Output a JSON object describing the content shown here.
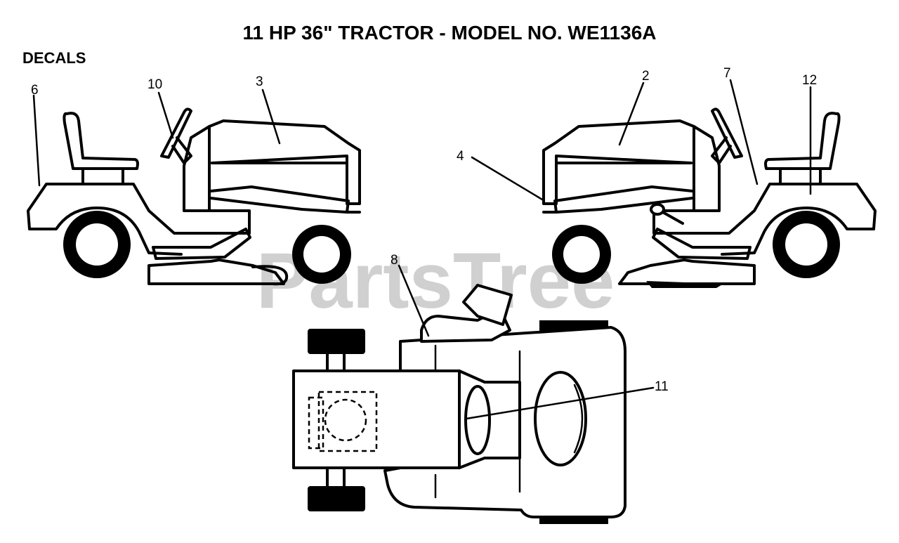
{
  "title": "11 HP 36\" TRACTOR - MODEL NO. WE1136A",
  "section": "DECALS",
  "watermark": "PartsTree",
  "callouts": {
    "c6": "6",
    "c10": "10",
    "c3": "3",
    "c2": "2",
    "c4": "4",
    "c7": "7",
    "c12": "12",
    "c8": "8",
    "c11": "11"
  }
}
